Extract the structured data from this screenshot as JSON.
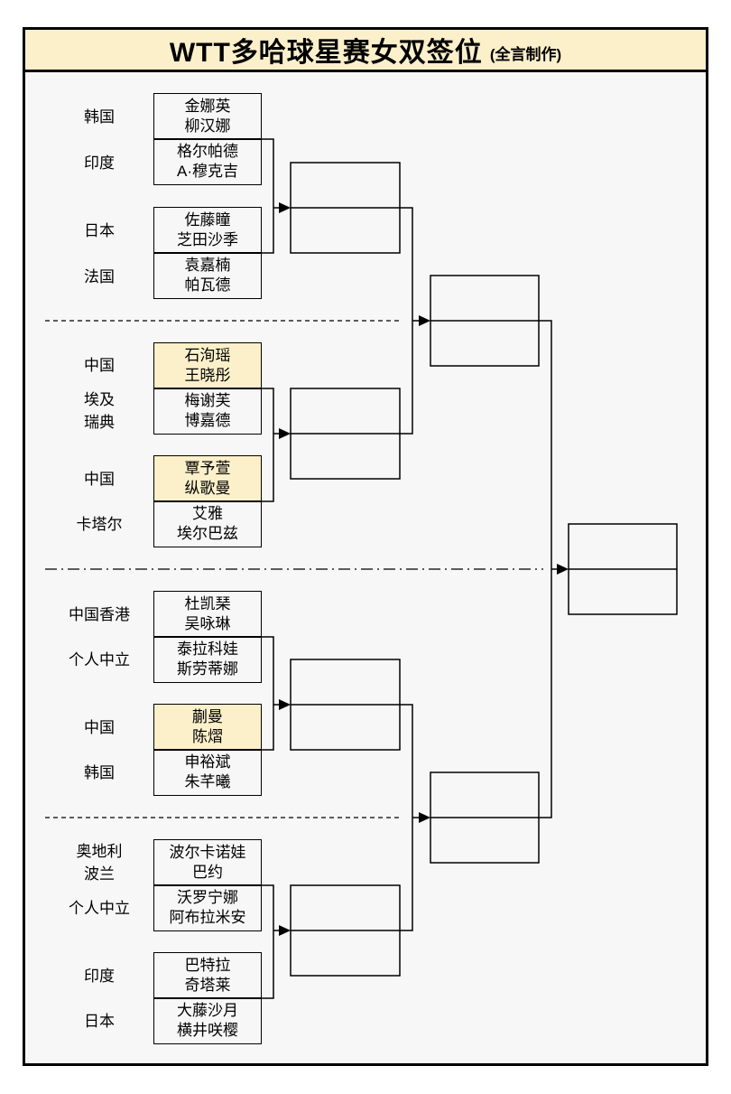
{
  "title": {
    "main": "WTT多哈球星赛女双签位",
    "credit": "(全言制作)"
  },
  "colors": {
    "highlight": "#FCF0CA",
    "card_background": "#F7F7F7",
    "line": "#000000"
  },
  "bracket": {
    "round_labels": {
      "round1_pairs": 8,
      "quarterfinal_slots": 4,
      "semifinal_slots": 2,
      "final_slots": 1
    },
    "labels": [
      "韩国",
      "印度",
      "日本",
      "法国",
      "中国",
      "埃及\n瑞典",
      "中国",
      "卡塔尔",
      "中国香港",
      "个人中立",
      "中国",
      "韩国",
      "奥地利\n波兰",
      "个人中立",
      "印度",
      "日本"
    ],
    "teams": [
      {
        "p1": "金娜英",
        "p2": "柳汉娜",
        "country": "韩国",
        "highlighted": false
      },
      {
        "p1": "格尔帕德",
        "p2": "A·穆克吉",
        "country": "印度",
        "highlighted": false
      },
      {
        "p1": "佐藤瞳",
        "p2": "芝田沙季",
        "country": "日本",
        "highlighted": false
      },
      {
        "p1": "袁嘉楠",
        "p2": "帕瓦德",
        "country": "法国",
        "highlighted": false
      },
      {
        "p1": "石洵瑶",
        "p2": "王晓彤",
        "country": "中国",
        "highlighted": true
      },
      {
        "p1": "梅谢芙",
        "p2": "博嘉德",
        "country": "埃及/瑞典",
        "highlighted": false
      },
      {
        "p1": "覃予萱",
        "p2": "纵歌曼",
        "country": "中国",
        "highlighted": true
      },
      {
        "p1": "艾雅",
        "p2": "埃尔巴兹",
        "country": "卡塔尔",
        "highlighted": false
      },
      {
        "p1": "杜凯琹",
        "p2": "吴咏琳",
        "country": "中国香港",
        "highlighted": false
      },
      {
        "p1": "泰拉科娃",
        "p2": "斯劳蒂娜",
        "country": "个人中立",
        "highlighted": false
      },
      {
        "p1": "蒯曼",
        "p2": "陈熠",
        "country": "中国",
        "highlighted": true
      },
      {
        "p1": "申裕斌",
        "p2": "朱芊曦",
        "country": "韩国",
        "highlighted": false
      },
      {
        "p1": "波尔卡诺娃",
        "p2": "巴约",
        "country": "奥地利/波兰",
        "highlighted": false
      },
      {
        "p1": "沃罗宁娜",
        "p2": "阿布拉米安",
        "country": "个人中立",
        "highlighted": false
      },
      {
        "p1": "巴特拉",
        "p2": "奇塔莱",
        "country": "印度",
        "highlighted": false
      },
      {
        "p1": "大藤沙月",
        "p2": "横井咲樱",
        "country": "日本",
        "highlighted": false
      }
    ]
  }
}
